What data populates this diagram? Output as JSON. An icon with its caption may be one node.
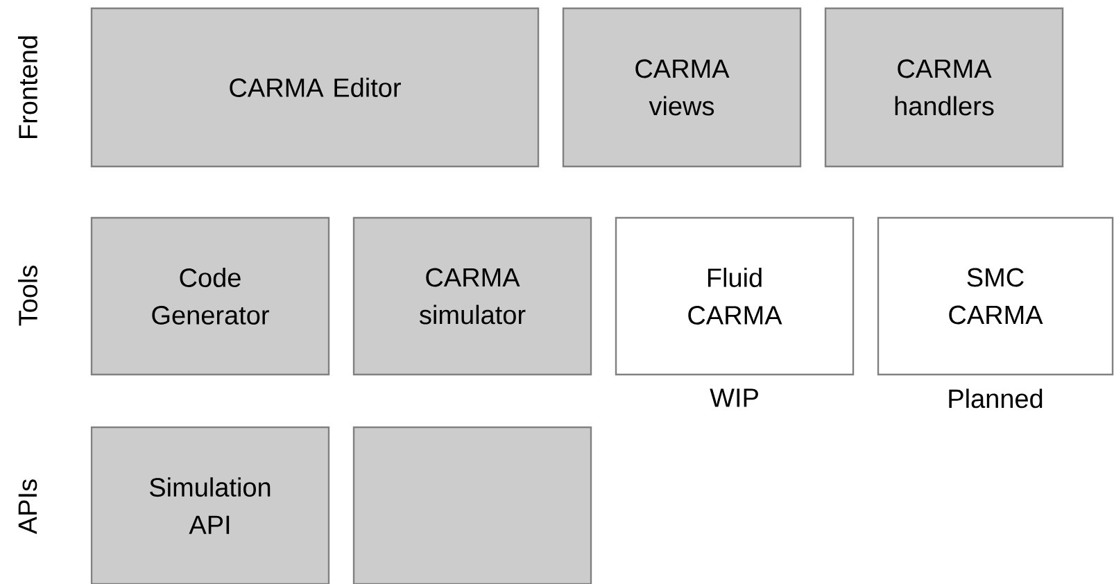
{
  "diagram": {
    "nodes": [
      {
        "text": [
          "CARMA Editor"
        ]
      },
      {
        "text": [
          "CARMA views"
        ]
      },
      {
        "text": [
          "CARMA handlers"
        ]
      },
      {
        "text": [
          "Code Generator"
        ]
      },
      {
        "text": [
          "CARMA simulator"
        ]
      },
      {
        "text": [
          "Fluid CARMA"
        ],
        "beside": [
          "WIP"
        ]
      },
      {
        "text": [
          "SMC CARMA"
        ],
        "beside": [
          "Planned"
        ]
      },
      {
        "text": [
          "Simulation API"
        ]
      },
      {
        "text": [],
        "shape": "box"
      }
    ],
    "labels": [
      "Frontend",
      "Tools",
      "APIs"
    ]
  }
}
